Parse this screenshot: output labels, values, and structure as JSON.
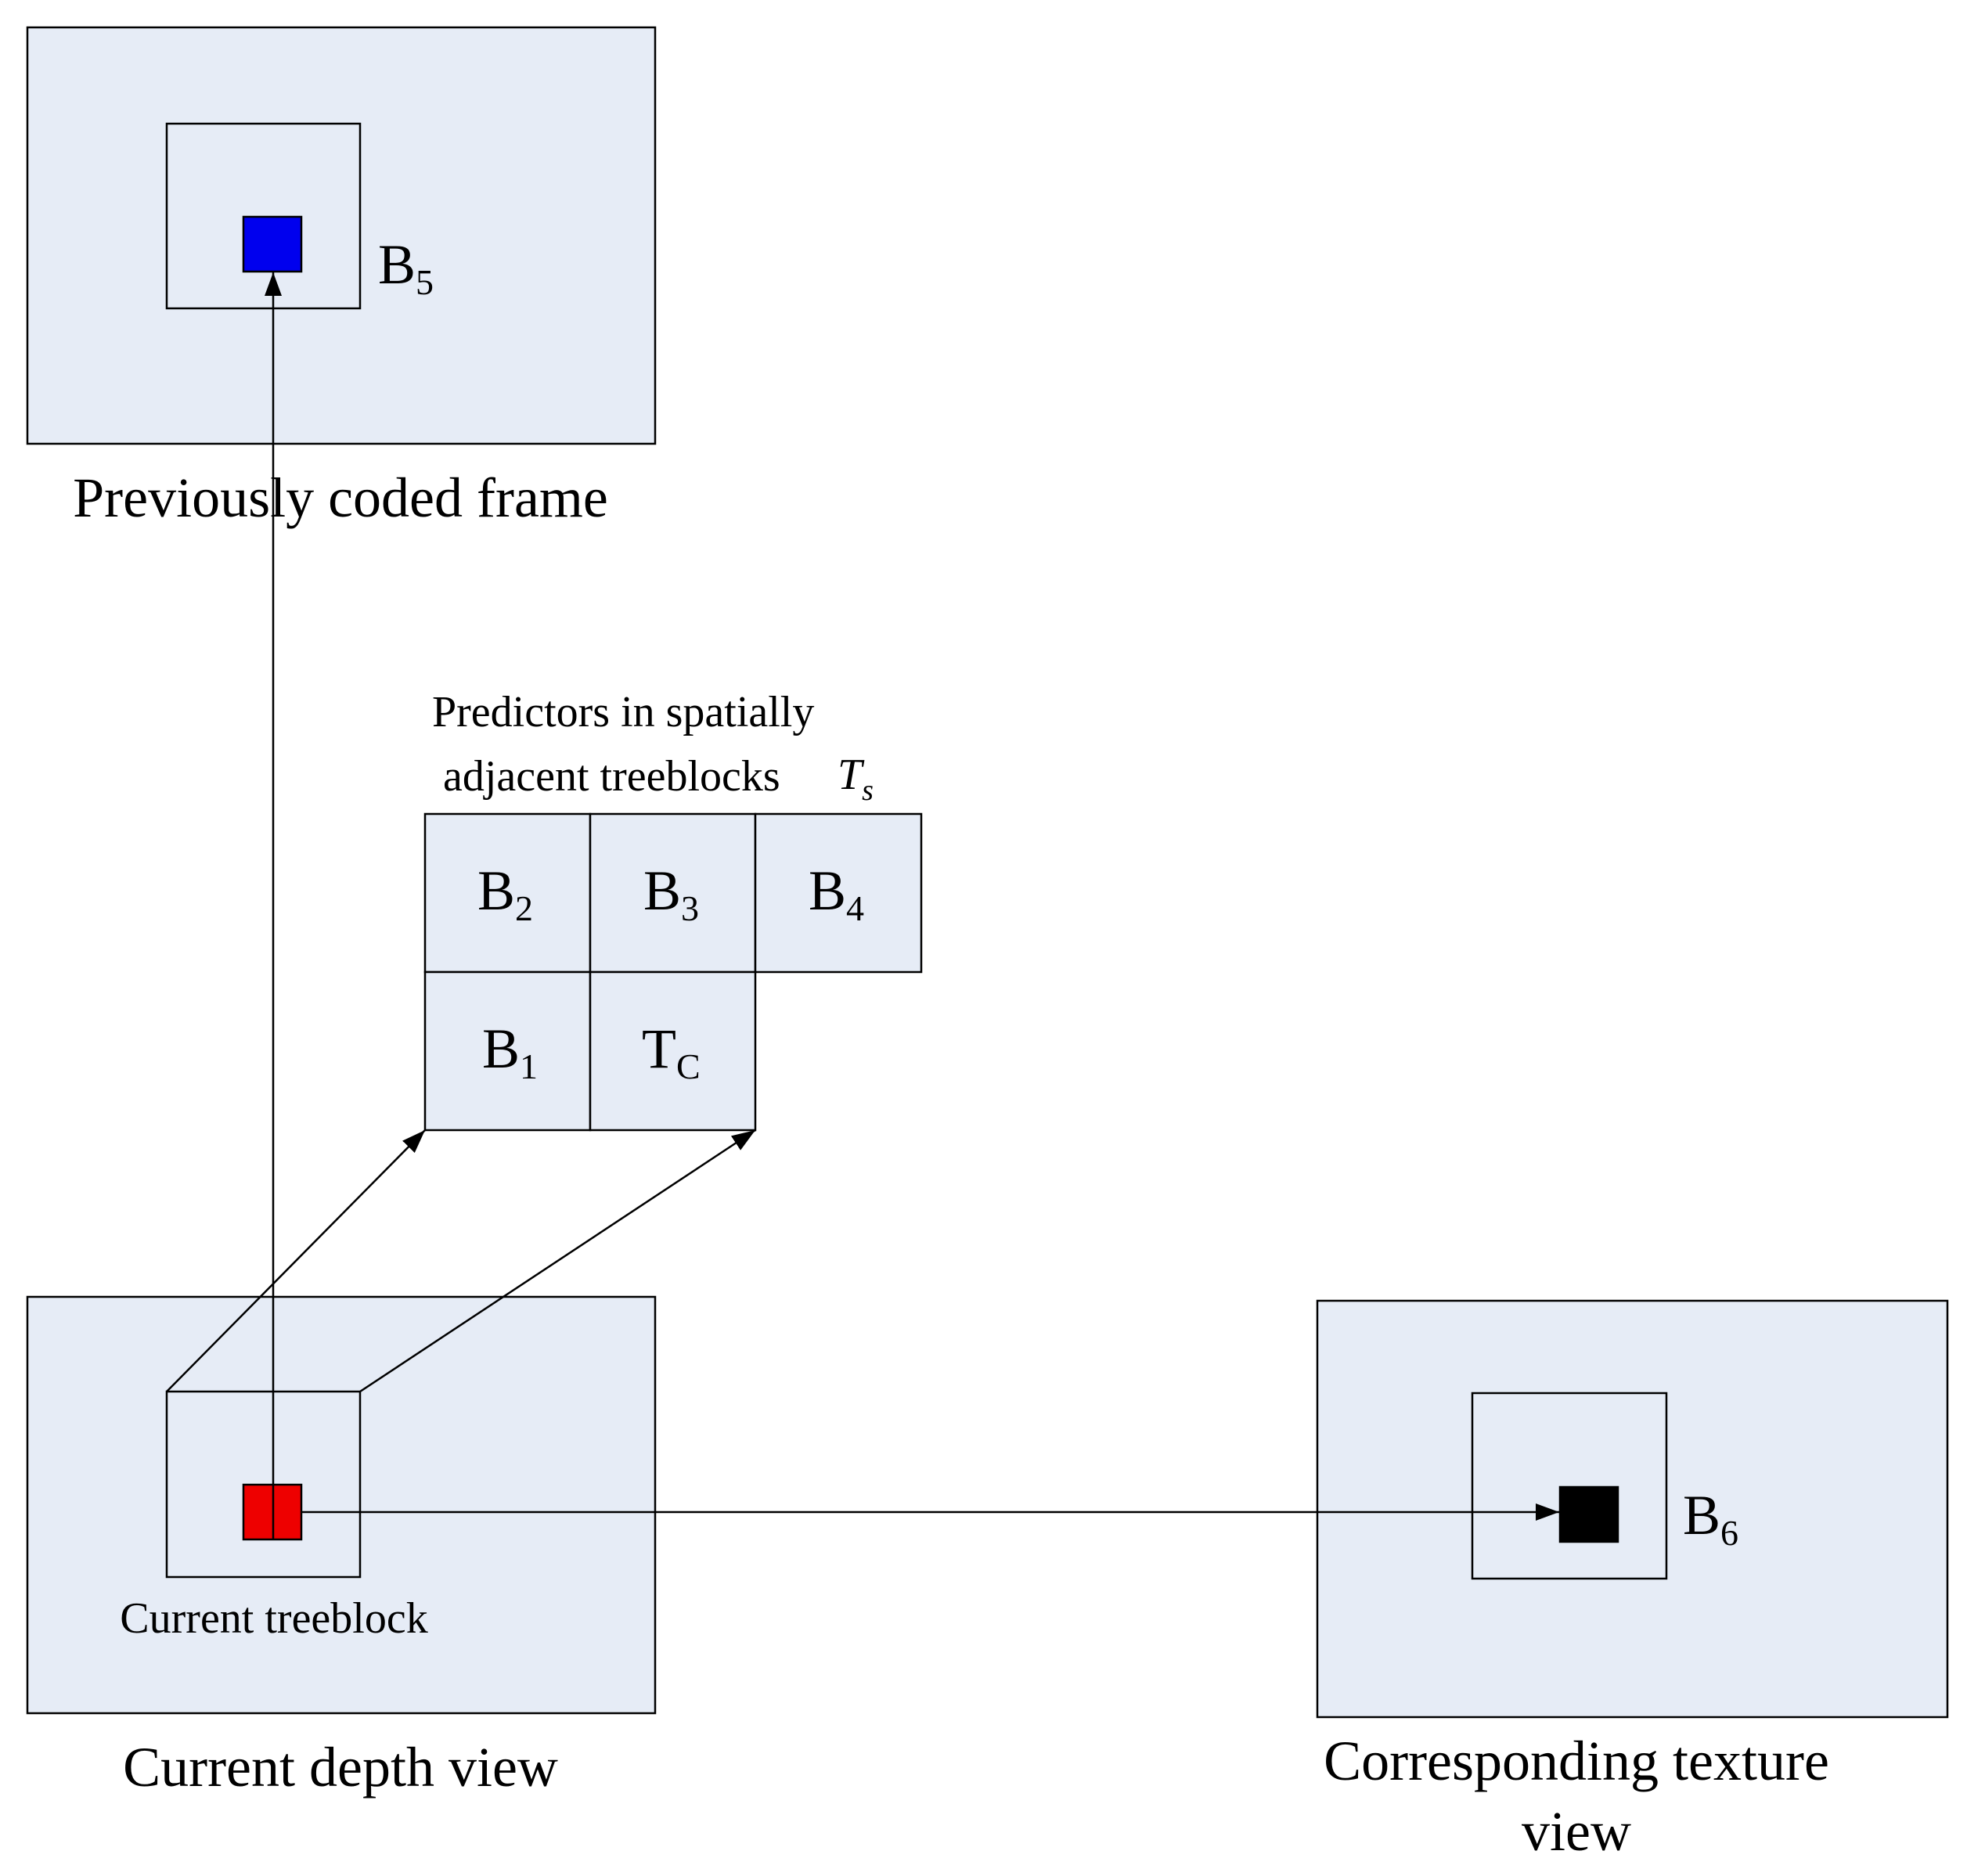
{
  "colors": {
    "frame_fill": "#e6ecf6",
    "b5_block": "#0000ee",
    "current_block": "#ee0000",
    "b6_block": "#000000"
  },
  "top_frame": {
    "label": "Previously coded frame",
    "block": {
      "main": "B",
      "sub": "5"
    }
  },
  "spatial": {
    "caption_line1": "Predictors in spatially",
    "caption_line2": "adjacent treeblocks",
    "caption_symbol": {
      "main": "T",
      "sub": "s"
    },
    "cells": [
      {
        "main": "B",
        "sub": "2"
      },
      {
        "main": "B",
        "sub": "3"
      },
      {
        "main": "B",
        "sub": "4"
      },
      {
        "main": "B",
        "sub": "1"
      },
      {
        "main": "T",
        "sub": "C"
      }
    ]
  },
  "depth_frame": {
    "label": "Current depth  view",
    "treeblock_label": "Current  treeblock"
  },
  "texture_frame": {
    "label_line1": "Corresponding  texture",
    "label_line2": "view",
    "block": {
      "main": "B",
      "sub": "6"
    }
  }
}
